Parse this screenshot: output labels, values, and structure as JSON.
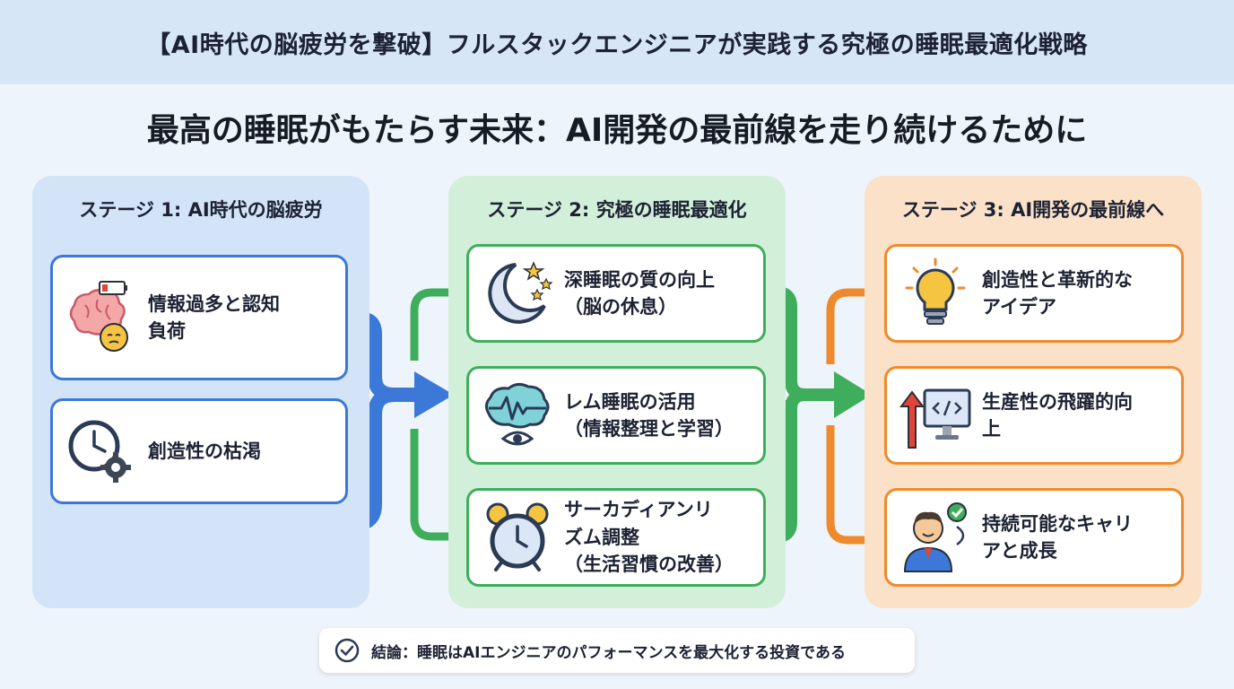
{
  "banner": {
    "title": "【AI時代の脳疲労を撃破】フルスタックエンジニアが実践する究極の睡眠最適化戦略"
  },
  "headline": "最高の睡眠がもたらす未来：AI開発の最前線を走り続けるために",
  "stages": [
    {
      "title": "ステージ 1: AI時代の脳疲労",
      "items": [
        {
          "label": "情報過多と認知\n負荷",
          "icon": "brain-battery-icon"
        },
        {
          "label": "創造性の枯渇",
          "icon": "clock-gear-icon"
        }
      ]
    },
    {
      "title": "ステージ 2: 究極の睡眠最適化",
      "items": [
        {
          "label": "深睡眠の質の向上\n（脳の休息）",
          "icon": "moon-stars-icon"
        },
        {
          "label": "レム睡眠の活用\n（情報整理と学習）",
          "icon": "brain-wave-eye-icon"
        },
        {
          "label": "サーカディアンリ\nズム調整\n（生活習慣の改善）",
          "icon": "alarm-clock-icon"
        }
      ]
    },
    {
      "title": "ステージ 3: AI開発の最前線へ",
      "items": [
        {
          "label": "創造性と革新的な\nアイデア",
          "icon": "lightbulb-icon"
        },
        {
          "label": "生産性の飛躍的向\n上",
          "icon": "monitor-code-arrow-icon"
        },
        {
          "label": "持続可能なキャリ\nアと成長",
          "icon": "person-check-icon"
        }
      ]
    }
  ],
  "conclusion": {
    "text": "結論：睡眠はAIエンジニアのパフォーマンスを最大化する投資である",
    "icon": "check-circle-icon"
  },
  "colors": {
    "blue": "#3b78d8",
    "green": "#3fae5c",
    "orange": "#ef8a2c"
  }
}
